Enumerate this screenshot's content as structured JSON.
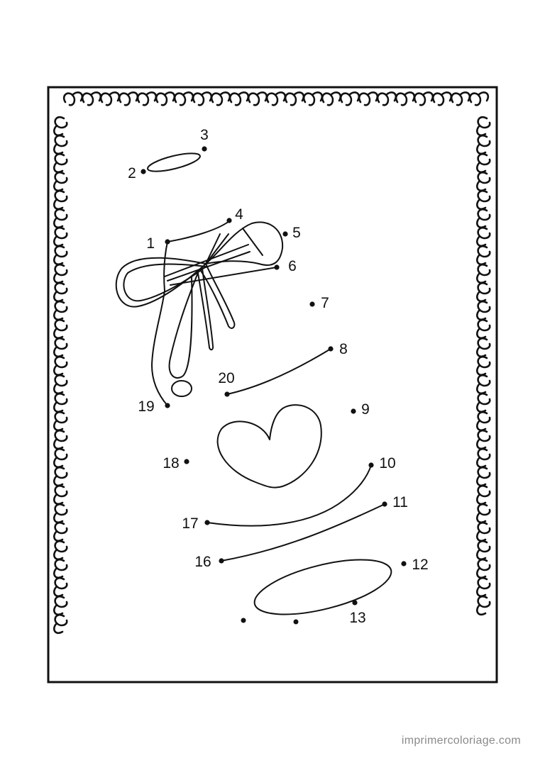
{
  "colors": {
    "ink": "#111111",
    "paper": "#ffffff",
    "watermark": "#8a8a8a"
  },
  "worksheet": {
    "dots": [
      {
        "n": "1"
      },
      {
        "n": "2"
      },
      {
        "n": "3"
      },
      {
        "n": "4"
      },
      {
        "n": "5"
      },
      {
        "n": "6"
      },
      {
        "n": "7"
      },
      {
        "n": "8"
      },
      {
        "n": "9"
      },
      {
        "n": "10"
      },
      {
        "n": "11"
      },
      {
        "n": "12"
      },
      {
        "n": "13"
      },
      {
        "n": "16"
      },
      {
        "n": "17"
      },
      {
        "n": "18"
      },
      {
        "n": "19"
      },
      {
        "n": "20"
      }
    ]
  },
  "footer": {
    "watermark": "imprimercoloriage.com"
  }
}
